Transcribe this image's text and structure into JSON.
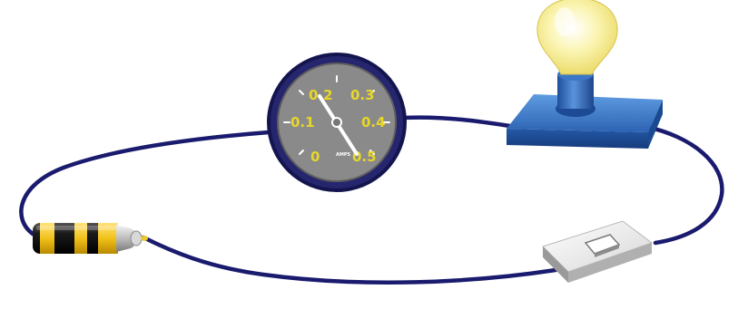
{
  "ammeter": {
    "scale": [
      "0",
      "0.1",
      "0.2",
      "0.3",
      "0.4",
      "0.5"
    ],
    "unit": "AMPS",
    "needle_value": 0.5
  },
  "colors": {
    "wire": "#1a1a6e",
    "gauge_face": "#8a8a8a",
    "gauge_rim": "#1f1f6a",
    "scale_text": "#e8d628",
    "lamp_base": "#2f6fc2",
    "bulb": "#f7ef9a",
    "battery_band": "#f2c21a",
    "switch_body": "#e4e4e4"
  },
  "components": {
    "battery_icon": "battery-icon",
    "lamp_icon": "light-bulb-icon",
    "switch_icon": "toggle-switch-icon",
    "meter_icon": "ammeter-icon"
  }
}
